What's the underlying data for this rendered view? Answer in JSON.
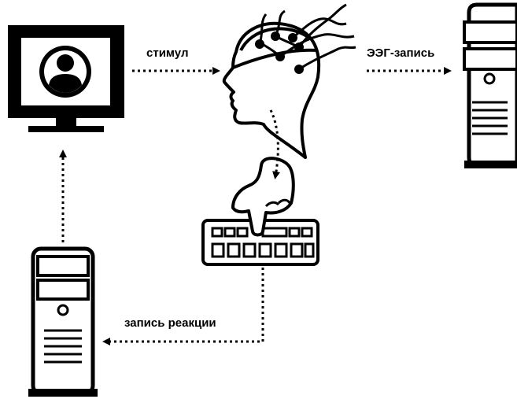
{
  "labels": {
    "stimulus": "стимул",
    "eeg_recording": "ЭЭГ-запись",
    "response_recording": "запись реакции"
  },
  "icons": {
    "monitor": "monitor-user-icon",
    "head": "head-with-eeg-electrodes-icon",
    "keyboard": "keyboard-with-finger-icon",
    "eeg_computer": "tower-computer-icon",
    "response_computer": "tower-computer-icon"
  },
  "colors": {
    "ink": "#000000",
    "background": "#ffffff"
  }
}
